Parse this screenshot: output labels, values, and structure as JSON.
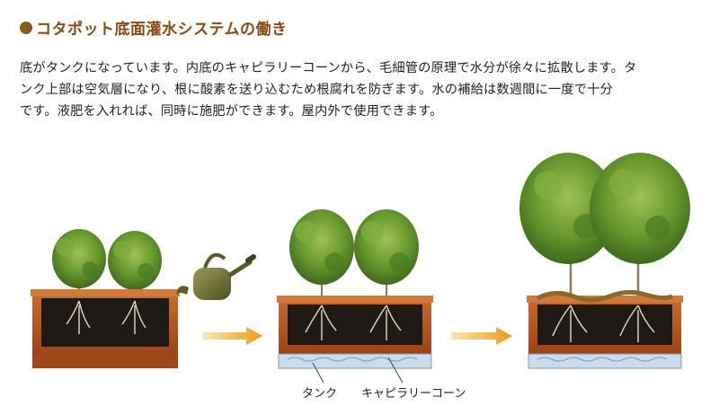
{
  "heading": {
    "bullet_color": "#8a5a1e",
    "text": "コタポット底面灌水システムの働き"
  },
  "description": {
    "line1": "底がタンクになっています。内底のキャピラリーコーンから、毛細管の原理で水分が徐々に拡散します。タ",
    "line2": "ンク上部は空気層になり、根に酸素を送り込むため根腐れを防ぎます。水の補給は数週間に一度で十分",
    "line3": "です。液肥を入れれば、同時に施肥ができます。屋内外で使用できます。"
  },
  "labels": {
    "tank": "タンク",
    "capillary_cone": "キャピラリーコーン"
  },
  "colors": {
    "planter": "#b8541f",
    "soil": "#1f1a16",
    "foliage": "#5f8f2c",
    "arrow": "#f0a020",
    "water": "#c9dcec"
  },
  "icons": {
    "watering_can": "watering-can-icon",
    "arrow": "arrow-right-icon"
  }
}
